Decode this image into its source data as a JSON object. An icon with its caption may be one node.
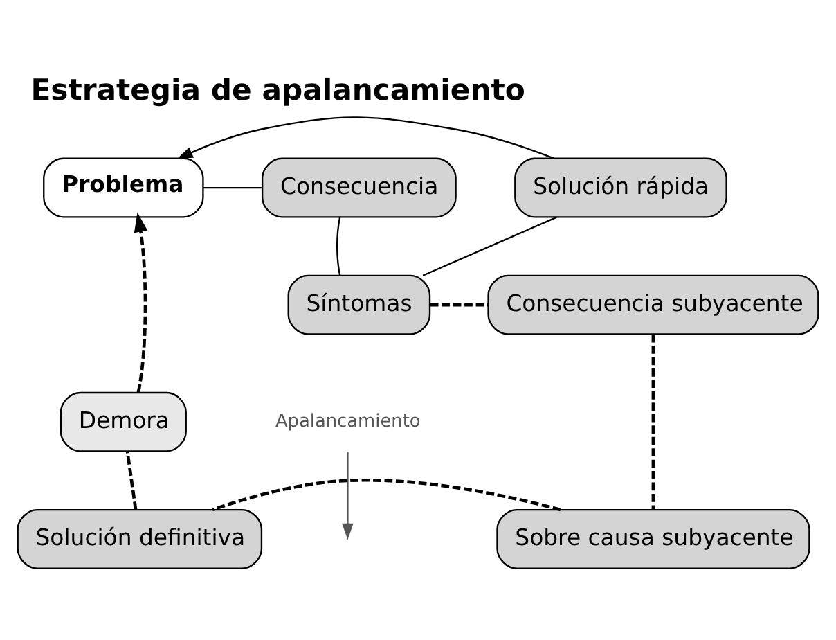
{
  "diagram": {
    "title": "Estrategia de apalancamiento",
    "nodes": [
      {
        "text": [
          "Problema"
        ]
      },
      {
        "text": [
          "Consecuencia"
        ]
      },
      {
        "text": [
          "Solución rápida"
        ]
      },
      {
        "text": [
          "Síntomas"
        ]
      },
      {
        "text": [
          "Consecuencia subyacente"
        ]
      },
      {
        "text": [
          "Demora"
        ]
      },
      {
        "text": [
          "Apalancamiento"
        ]
      },
      {
        "text": [
          "Solución definitiva"
        ]
      },
      {
        "text": [
          "Sobre causa subyacente"
        ]
      }
    ],
    "edges": [
      {
        "from": 0,
        "to": 1,
        "arrow": "none"
      },
      {
        "from": 1,
        "to": 3,
        "arrow": "none"
      },
      {
        "from": 3,
        "to": 2,
        "arrow": "none"
      },
      {
        "from": 2,
        "to": 0,
        "arrow": "to"
      },
      {
        "from": 3,
        "to": 4,
        "arrow": "none",
        "style": "dashed"
      },
      {
        "from": 4,
        "to": 8,
        "arrow": "none",
        "style": "dashed"
      },
      {
        "from": 8,
        "to": 7,
        "arrow": "none",
        "style": "dashed"
      },
      {
        "from": 7,
        "to": 5,
        "arrow": "none",
        "style": "dashed"
      },
      {
        "from": 5,
        "to": 0,
        "arrow": "to",
        "style": "dashed"
      },
      {
        "from": 6,
        "to": null,
        "arrow": "to",
        "color": "#555555"
      }
    ]
  }
}
